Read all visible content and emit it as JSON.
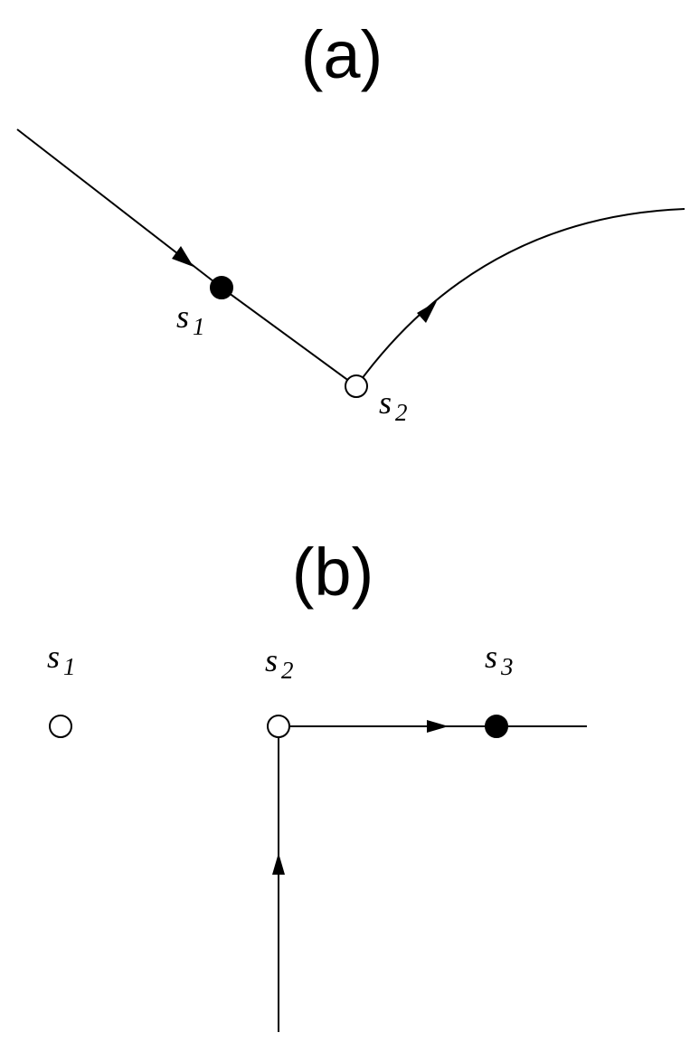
{
  "panels": [
    {
      "id": "a",
      "label": "(a)",
      "nodes": [
        {
          "id": "s1",
          "letter": "s",
          "index": "1",
          "filled": true
        },
        {
          "id": "s2",
          "letter": "s",
          "index": "2",
          "filled": false
        }
      ],
      "edges": [
        {
          "from": "start",
          "to": "s1",
          "arrow": "forward"
        },
        {
          "from": "s1",
          "to": "s2",
          "arrow": "none"
        },
        {
          "from": "s2",
          "to": "end",
          "arrow": "forward",
          "curved": true
        }
      ]
    },
    {
      "id": "b",
      "label": "(b)",
      "nodes": [
        {
          "id": "s1",
          "letter": "s",
          "index": "1",
          "filled": false
        },
        {
          "id": "s2",
          "letter": "s",
          "index": "2",
          "filled": false
        },
        {
          "id": "s3",
          "letter": "s",
          "index": "3",
          "filled": true
        }
      ],
      "edges": [
        {
          "from": "start",
          "to": "s2",
          "arrow": "forward"
        },
        {
          "from": "s2",
          "to": "s3",
          "arrow": "forward"
        },
        {
          "from": "s3",
          "to": "end",
          "arrow": "none"
        }
      ]
    }
  ],
  "colors": {
    "stroke": "#000000",
    "filled_node": "#000000",
    "open_node": "#ffffff"
  }
}
